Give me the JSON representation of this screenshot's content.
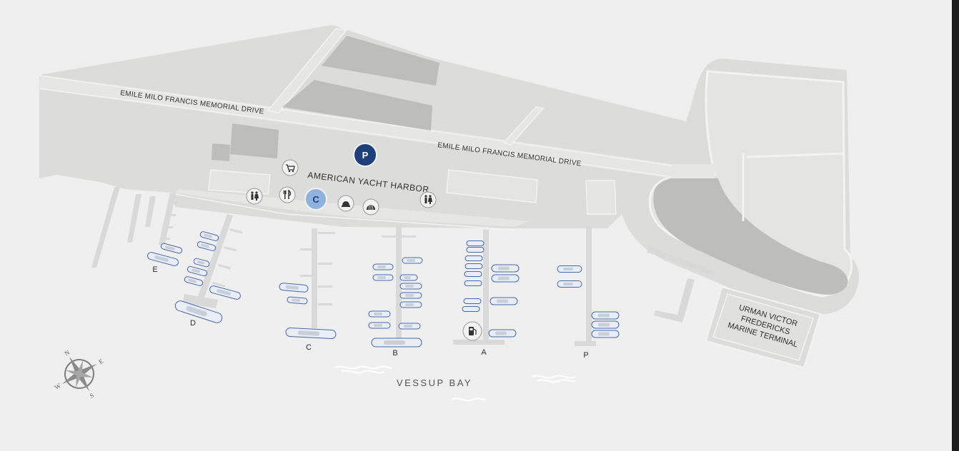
{
  "map": {
    "road_label_west": "EMILE MILO FRANCIS MEMORIAL DRIVE",
    "road_label_east": "EMILE MILO FRANCIS MEMORIAL DRIVE",
    "harbor_label": "AMERICAN YACHT HARBOR",
    "terminal_label_lines": [
      "URMAN VICTOR",
      "FREDERICKS",
      "MARINE TERMINAL"
    ],
    "bay_label": "VESSUP BAY",
    "piers": [
      "E",
      "D",
      "C",
      "B",
      "A",
      "P"
    ],
    "markers": {
      "parking": "P",
      "customs": "C"
    },
    "compass": {
      "n": "N",
      "e": "E",
      "s": "S",
      "w": "W"
    },
    "amenity_icons": [
      "shopping-cart-icon",
      "restroom-icon",
      "restaurant-icon",
      "customs-marker",
      "shop-icon",
      "shell-icon",
      "restroom-icon",
      "fuel-icon"
    ],
    "colors": {
      "parking_marker": "#1f3f7a",
      "customs_marker": "#8fb3dc",
      "boat_outline": "#4a68a8",
      "water": "#efefef",
      "land": "#dededd"
    }
  }
}
